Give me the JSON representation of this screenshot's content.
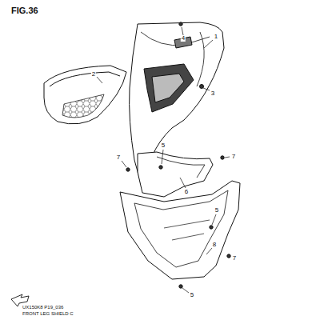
{
  "diagram": {
    "title": "FIG.36",
    "labels": [
      "1",
      "4",
      "2",
      "3",
      "5",
      "7",
      "7",
      "6",
      "5",
      "8",
      "7",
      "5",
      "UX150K8 P19_036",
      "FRONT LEG SHIELD C"
    ]
  }
}
